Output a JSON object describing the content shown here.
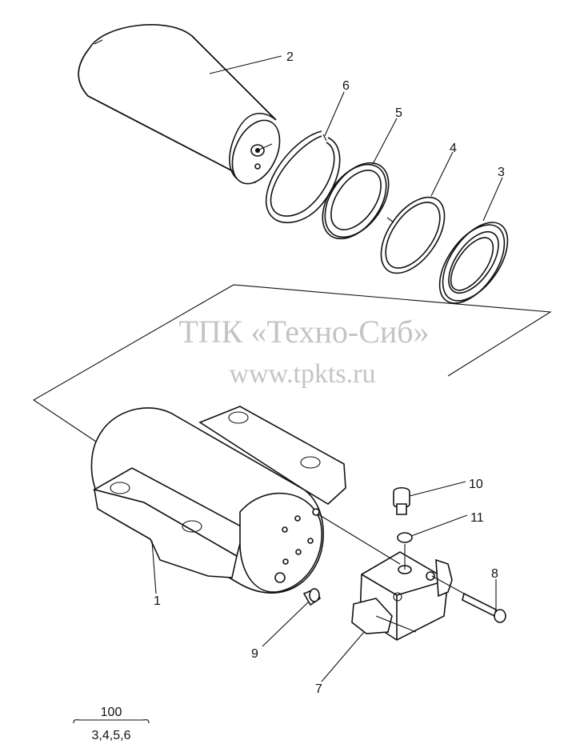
{
  "watermark": {
    "company": "ТПК «Техно-Сиб»",
    "url": "www.tpkts.ru"
  },
  "callouts": [
    {
      "id": "part-1",
      "label": "1"
    },
    {
      "id": "part-2",
      "label": "2"
    },
    {
      "id": "part-3",
      "label": "3"
    },
    {
      "id": "part-4",
      "label": "4"
    },
    {
      "id": "part-5",
      "label": "5"
    },
    {
      "id": "part-6",
      "label": "6"
    },
    {
      "id": "part-7",
      "label": "7"
    },
    {
      "id": "part-8",
      "label": "8"
    },
    {
      "id": "part-9",
      "label": "9"
    },
    {
      "id": "part-10",
      "label": "10"
    },
    {
      "id": "part-11",
      "label": "11"
    }
  ],
  "kit": {
    "number": "100",
    "contents": "3,4,5,6"
  }
}
